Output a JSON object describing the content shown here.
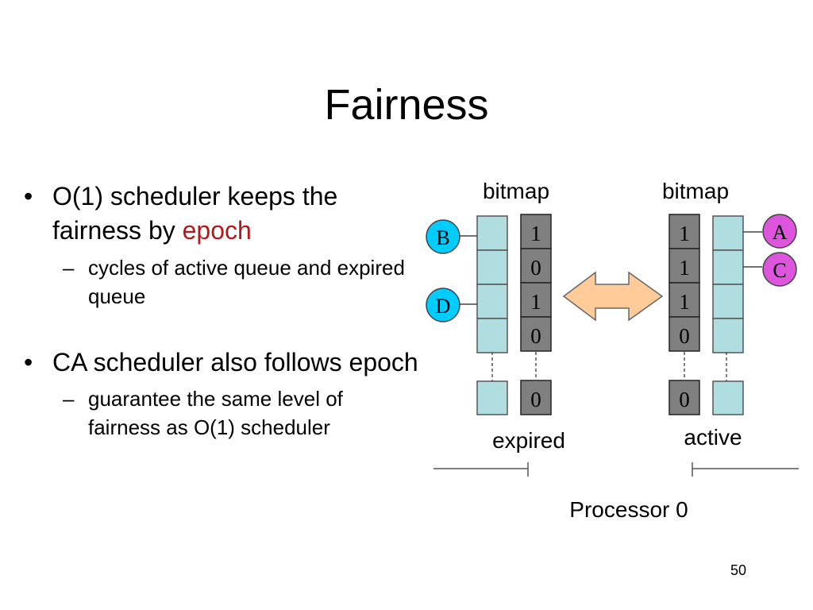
{
  "title": "Fairness",
  "bullets": [
    {
      "prefix": "O(1) scheduler keeps the fairness by ",
      "highlight": "epoch",
      "sub": [
        "cycles of active queue and expired queue"
      ]
    },
    {
      "prefix": "CA scheduler also follows epoch",
      "highlight": "",
      "sub": [
        "guarantee the same level of fairness as O(1) scheduler"
      ]
    }
  ],
  "bullet_marker": "•",
  "sub_marker": "–",
  "diagram": {
    "expired": {
      "bitmap_label": "bitmap",
      "bits": [
        "1",
        "0",
        "1",
        "0"
      ],
      "last_bit": "0",
      "tasks": [
        "B",
        "D"
      ],
      "queue_label": "expired"
    },
    "active": {
      "bitmap_label": "bitmap",
      "bits": [
        "1",
        "1",
        "1",
        "0"
      ],
      "last_bit": "0",
      "tasks": [
        "A",
        "C"
      ],
      "queue_label": "active"
    },
    "processor_label": "Processor 0",
    "colors": {
      "queue_cell": "#b0dde0",
      "bit_cell": "#808080",
      "expired_task": "#00ccff",
      "active_task": "#dd55dd",
      "arrow": "#ffcc99"
    }
  },
  "page_number": "50"
}
